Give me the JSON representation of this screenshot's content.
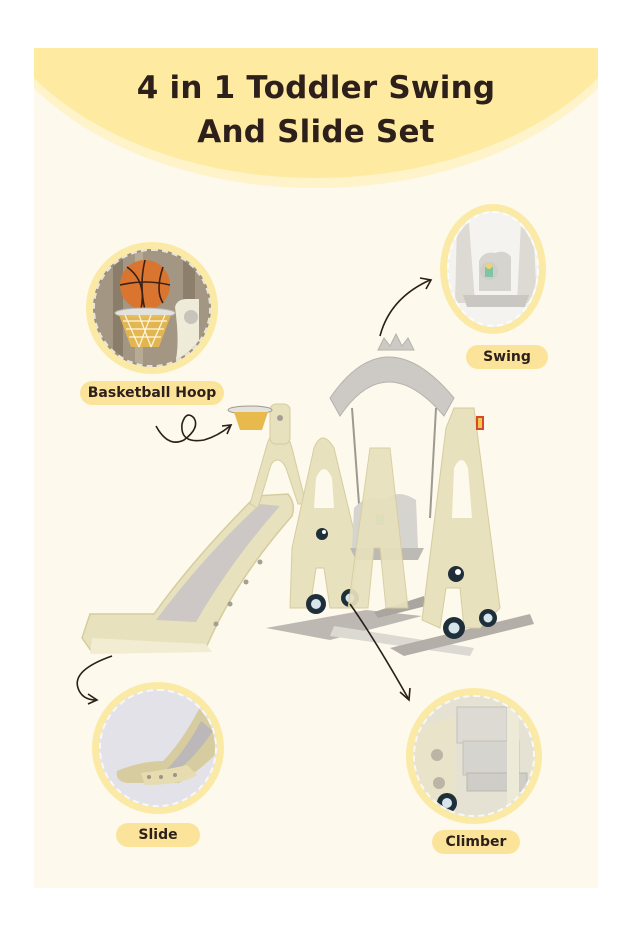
{
  "title": {
    "line1": "4 in 1 Toddler Swing",
    "line2": "And Slide Set"
  },
  "features": [
    {
      "label": "Basketball Hoop",
      "icon": "basketball-hoop-photo"
    },
    {
      "label": "Swing",
      "icon": "swing-seat-photo"
    },
    {
      "label": "Slide",
      "icon": "slide-photo"
    },
    {
      "label": "Climber",
      "icon": "climber-steps-photo"
    }
  ],
  "colors": {
    "header": "#feeaa0",
    "background": "#fdf9ec",
    "pill": "#fbe49a",
    "text": "#2d1f1a",
    "product_body": "#ebe3bf",
    "product_grey": "#c9c6c2"
  }
}
